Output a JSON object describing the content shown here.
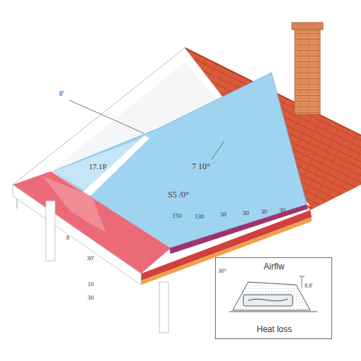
{
  "diagram": {
    "nodes": [
      {
        "text": [
          "Airflw",
          "Heat loss"
        ]
      }
    ],
    "labels": [
      "8'",
      "17.1P",
      "7 10°",
      "S5 /0°",
      "150",
      "130",
      "30",
      "30",
      "30",
      "30",
      "8",
      "30'",
      "10",
      "30",
      "30°",
      "8.8'"
    ]
  }
}
